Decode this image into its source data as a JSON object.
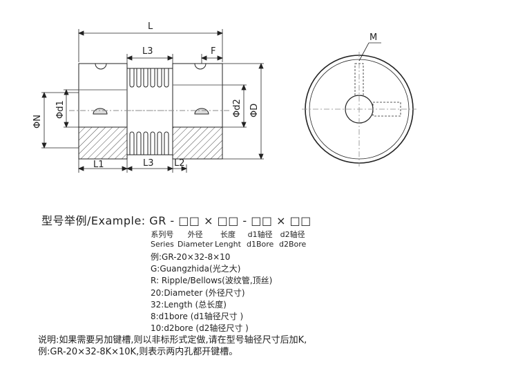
{
  "dimensions": {
    "L": "L",
    "L3_top": "L3",
    "F": "F",
    "d1": "Φd1",
    "N": "ΦN",
    "d2": "Φd2",
    "D": "ΦD",
    "L1": "L1",
    "L3_bottom": "L3",
    "L2": "L2",
    "M": "M"
  },
  "example": {
    "label": "型号举例/Example:",
    "code": "GR -  □□ × □□ -  □□ ×  □□"
  },
  "captions": [
    {
      "cn": "系列号",
      "en": "Series"
    },
    {
      "cn": "外径",
      "en": "Diameter"
    },
    {
      "cn": "长度",
      "en": "Lenght"
    },
    {
      "cn": "d1轴径",
      "en": "d1Bore"
    },
    {
      "cn": "d2轴径",
      "en": "d2Bore"
    }
  ],
  "sample": [
    "例:GR-20×32-8×10",
    "G:Guangzhida(光之大)",
    "R: Ripple/Bellows(波纹管,顶丝)",
    "20:Diameter (外径尺寸)",
    "32:Length (总长度)",
    "8:d1bore (d1轴径尺寸 )",
    "10:d2bore (d2轴径尺寸 )"
  ],
  "note": [
    "说明:如果需要另加键槽,则以非标形式定做,请在型号轴径尺寸后加K,",
    "例:GR-20×32-8K×10K,则表示两内孔都开键槽。"
  ]
}
